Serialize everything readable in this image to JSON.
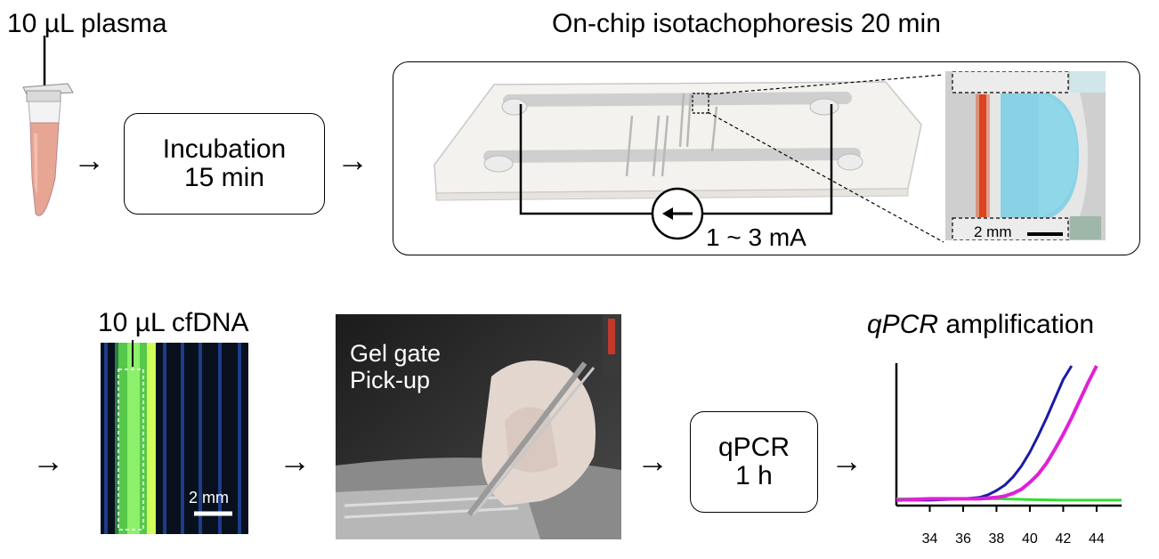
{
  "step1": {
    "label": "10 µL plasma"
  },
  "step2": {
    "line1": "Incubation",
    "line2": "15 min"
  },
  "step3": {
    "title": "On-chip isotachophoresis 20 min",
    "current": "1 ~ 3 mA",
    "scalebar": "2 mm"
  },
  "step4": {
    "label": "10 µL cfDNA",
    "scalebar": "2 mm"
  },
  "step5": {
    "line1": "Gel gate",
    "line2": "Pick-up"
  },
  "step6": {
    "line1": "qPCR",
    "line2": "1 h"
  },
  "step7": {
    "title_italic": "qPCR",
    "title_rest": " amplification"
  },
  "arrows": {
    "glyph": "→"
  },
  "colors": {
    "blue_curve": "#1a1aa8",
    "magenta_curve": "#e020d8",
    "green_curve": "#33dd33"
  },
  "chart_data": {
    "type": "line",
    "x_ticks": [
      "34",
      "36",
      "38",
      "40",
      "42",
      "44"
    ],
    "xlim": [
      32,
      45.5
    ],
    "series": [
      {
        "color": "#1a1aa8",
        "x": [
          32,
          34,
          36,
          37,
          37.5,
          38,
          38.5,
          39,
          39.5,
          40,
          40.5,
          41,
          41.5,
          42,
          42.5
        ],
        "y": [
          0.02,
          0.02,
          0.03,
          0.04,
          0.06,
          0.09,
          0.13,
          0.19,
          0.27,
          0.37,
          0.49,
          0.62,
          0.76,
          0.9,
          1.0
        ]
      },
      {
        "color": "#e020d8",
        "x": [
          32,
          34,
          36,
          37,
          38,
          38.5,
          39,
          39.5,
          40,
          40.5,
          41,
          41.5,
          42,
          42.5,
          43,
          43.5,
          44
        ],
        "y": [
          0.02,
          0.03,
          0.03,
          0.03,
          0.04,
          0.05,
          0.07,
          0.1,
          0.15,
          0.21,
          0.29,
          0.39,
          0.5,
          0.62,
          0.75,
          0.88,
          1.0
        ]
      },
      {
        "color": "#33dd33",
        "x": [
          32,
          36,
          38,
          40,
          42,
          44,
          45.5
        ],
        "y": [
          0.03,
          0.03,
          0.03,
          0.025,
          0.02,
          0.02,
          0.02
        ]
      }
    ]
  }
}
